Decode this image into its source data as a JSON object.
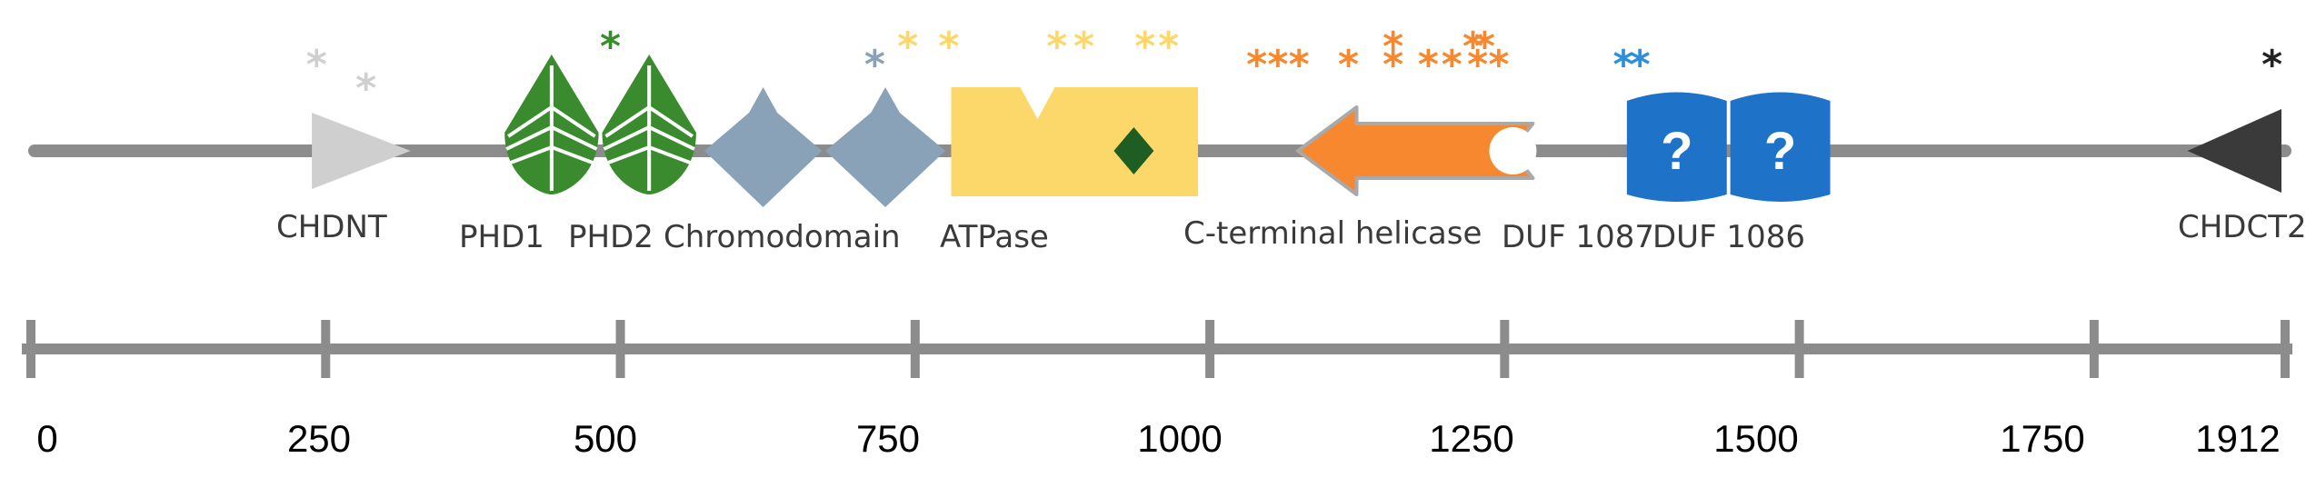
{
  "protein_length": 1912,
  "domains": [
    {
      "id": "chdnt",
      "label": "CHDNT",
      "start": 236,
      "end": 320,
      "color": "#cfcfcf",
      "shape": "triangle-right"
    },
    {
      "id": "phd1",
      "label": "PHD1",
      "start": 400,
      "end": 480,
      "color": "#3a8a2e",
      "shape": "leaf"
    },
    {
      "id": "phd2",
      "label": "PHD2",
      "start": 483,
      "end": 563,
      "color": "#3a8a2e",
      "shape": "leaf"
    },
    {
      "id": "chromo1",
      "label": "",
      "start": 570,
      "end": 670,
      "color": "#8aa2b8",
      "shape": "chromo"
    },
    {
      "id": "chromo2",
      "label": "Chromodomain",
      "start": 673,
      "end": 775,
      "color": "#8aa2b8",
      "shape": "chromo"
    },
    {
      "id": "atpase",
      "label": "ATPase",
      "start": 780,
      "end": 990,
      "color": "#fcd86a",
      "shape": "atpase"
    },
    {
      "id": "helicase",
      "label": "C-terminal helicase",
      "start": 1075,
      "end": 1275,
      "color": "#f7882f",
      "shape": "arrow-left"
    },
    {
      "id": "duf1087",
      "label": "DUF 1087",
      "start": 1355,
      "end": 1440,
      "color": "#1e73c8",
      "shape": "duf"
    },
    {
      "id": "duf1086",
      "label": "DUF 1086",
      "start": 1443,
      "end": 1528,
      "color": "#1e73c8",
      "shape": "duf"
    },
    {
      "id": "chdct2",
      "label": "CHDCT2",
      "start": 1832,
      "end": 1912,
      "color": "#3a3a3a",
      "shape": "triangle-left"
    }
  ],
  "ruler": {
    "ticks": [
      0,
      250,
      500,
      750,
      1000,
      1250,
      1500,
      1750,
      1912
    ],
    "labels": [
      "0",
      "250",
      "500",
      "750",
      "1000",
      "1250",
      "1500",
      "1750",
      "1912"
    ]
  },
  "colors": {
    "backbone": "#8c8c8c",
    "diamond": "#1e5e22",
    "helicase_tip": "#a9a9a9"
  },
  "asterisks": [
    {
      "pos": 240,
      "row": 1,
      "color": "#cfcfcf"
    },
    {
      "pos": 282,
      "row": 3,
      "color": "#cfcfcf"
    },
    {
      "pos": 490,
      "row": 0,
      "color": "#3a8a2e"
    },
    {
      "pos": 715,
      "row": 1,
      "color": "#8aa2b8"
    },
    {
      "pos": 743,
      "row": 0,
      "color": "#fcd86a"
    },
    {
      "pos": 778,
      "row": 0,
      "color": "#fcd86a"
    },
    {
      "pos": 870,
      "row": 0,
      "color": "#fcd86a"
    },
    {
      "pos": 893,
      "row": 0,
      "color": "#fcd86a"
    },
    {
      "pos": 945,
      "row": 0,
      "color": "#fcd86a"
    },
    {
      "pos": 965,
      "row": 0,
      "color": "#fcd86a"
    },
    {
      "pos": 1040,
      "row": 1,
      "color": "#f7882f"
    },
    {
      "pos": 1058,
      "row": 1,
      "color": "#f7882f"
    },
    {
      "pos": 1076,
      "row": 1,
      "color": "#f7882f"
    },
    {
      "pos": 1118,
      "row": 1,
      "color": "#f7882f"
    },
    {
      "pos": 1156,
      "row": 0,
      "color": "#f7882f"
    },
    {
      "pos": 1156,
      "row": 1,
      "color": "#f7882f"
    },
    {
      "pos": 1186,
      "row": 1,
      "color": "#f7882f"
    },
    {
      "pos": 1206,
      "row": 1,
      "color": "#f7882f"
    },
    {
      "pos": 1224,
      "row": 0,
      "color": "#f7882f"
    },
    {
      "pos": 1234,
      "row": 0,
      "color": "#f7882f"
    },
    {
      "pos": 1228,
      "row": 1,
      "color": "#f7882f"
    },
    {
      "pos": 1246,
      "row": 1,
      "color": "#f7882f"
    },
    {
      "pos": 1352,
      "row": 1,
      "color": "#2c8fd8"
    },
    {
      "pos": 1366,
      "row": 1,
      "color": "#2c8fd8"
    },
    {
      "pos": 1904,
      "row": 1,
      "color": "#222222"
    }
  ]
}
